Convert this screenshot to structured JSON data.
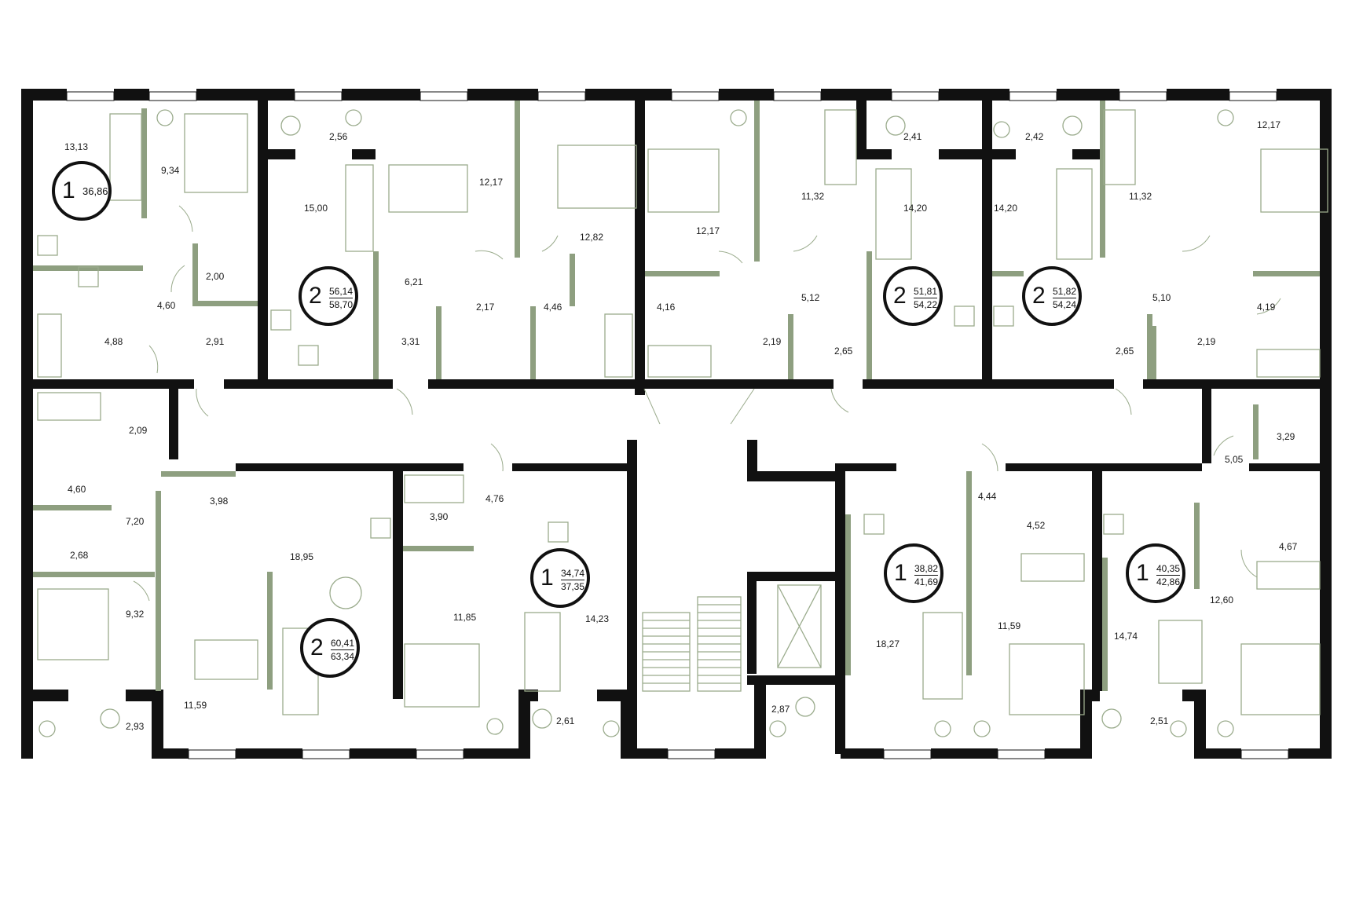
{
  "plan": {
    "apartments": [
      {
        "rooms": "1",
        "area": "36,86",
        "area_total": ""
      },
      {
        "rooms": "2",
        "area": "56,14",
        "area_total": "58,70"
      },
      {
        "rooms": "2",
        "area": "51,81",
        "area_total": "54,22"
      },
      {
        "rooms": "2",
        "area": "51,82",
        "area_total": "54,24"
      },
      {
        "rooms": "1",
        "area": "34,74",
        "area_total": "37,35"
      },
      {
        "rooms": "2",
        "area": "60,41",
        "area_total": "63,34"
      },
      {
        "rooms": "1",
        "area": "38,82",
        "area_total": "41,69"
      },
      {
        "rooms": "1",
        "area": "40,35",
        "area_total": "42,86"
      }
    ],
    "room_areas": [
      "13,13",
      "9,34",
      "2,00",
      "4,60",
      "4,88",
      "2,91",
      "2,56",
      "15,00",
      "12,17",
      "12,82",
      "6,21",
      "3,31",
      "2,17",
      "4,46",
      "12,17",
      "11,32",
      "2,41",
      "14,20",
      "4,16",
      "5,12",
      "2,19",
      "2,65",
      "2,42",
      "14,20",
      "11,32",
      "12,17",
      "5,10",
      "4,19",
      "2,65",
      "2,19",
      "2,09",
      "4,60",
      "7,20",
      "2,68",
      "9,32",
      "2,93",
      "3,98",
      "18,95",
      "11,59",
      "3,90",
      "4,76",
      "11,85",
      "14,23",
      "2,61",
      "2,87",
      "4,44",
      "4,52",
      "18,27",
      "11,59",
      "3,29",
      "5,05",
      "4,67",
      "14,74",
      "12,60",
      "2,51"
    ]
  },
  "colors": {
    "wall": "#111111",
    "partition": "#8e9f80",
    "furniture": "#9aab8c",
    "background": "#ffffff"
  },
  "icons": [
    "plant-icon",
    "armchair-icon",
    "bed-icon",
    "sofa-icon",
    "bathtub-icon",
    "stove-icon",
    "sink-icon",
    "toilet-icon",
    "staircase-icon",
    "elevator-icon",
    "dining-table-icon",
    "desk-icon",
    "wardrobe-icon"
  ]
}
